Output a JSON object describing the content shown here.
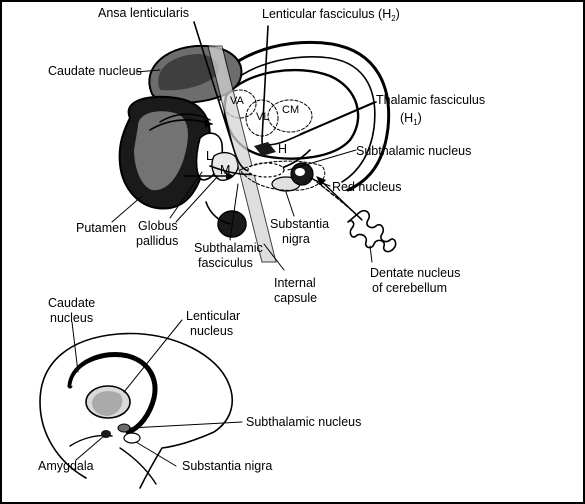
{
  "labels": {
    "ansa_lenticularis": "Ansa lenticularis",
    "lenticular_fasciculus": "Lenticular fasciculus (H",
    "lenticular_fasciculus_sub": "2",
    "lenticular_fasciculus_close": ")",
    "caudate_nucleus_top": "Caudate nucleus",
    "thalamic_fasciculus": "Thalamic fasciculus",
    "thalamic_fasciculus_h": "(H",
    "thalamic_fasciculus_sub": "1",
    "thalamic_fasciculus_close": ")",
    "subthalamic_nucleus_top": "Subthalamic nucleus",
    "red_nucleus": "Red nucleus",
    "putamen": "Putamen",
    "globus_pallidus_1": "Globus",
    "globus_pallidus_2": "pallidus",
    "substantia_nigra_top_1": "Substantia",
    "substantia_nigra_top_2": "nigra",
    "subthalamic_fasciculus_1": "Subthalamic",
    "subthalamic_fasciculus_2": "fasciculus",
    "internal_capsule_1": "Internal",
    "internal_capsule_2": "capsule",
    "dentate_nucleus_1": "Dentate nucleus",
    "dentate_nucleus_2": "of cerebellum",
    "va": "VA",
    "vl": "VL",
    "cm": "CM",
    "l": "L",
    "m": "M",
    "h": "H",
    "caudate_nucleus_bottom_1": "Caudate",
    "caudate_nucleus_bottom_2": "nucleus",
    "lenticular_nucleus_1": "Lenticular",
    "lenticular_nucleus_2": "nucleus",
    "subthalamic_nucleus_bottom": "Subthalamic nucleus",
    "amygdala": "Amygdala",
    "substantia_nigra_bottom": "Substantia nigra"
  }
}
